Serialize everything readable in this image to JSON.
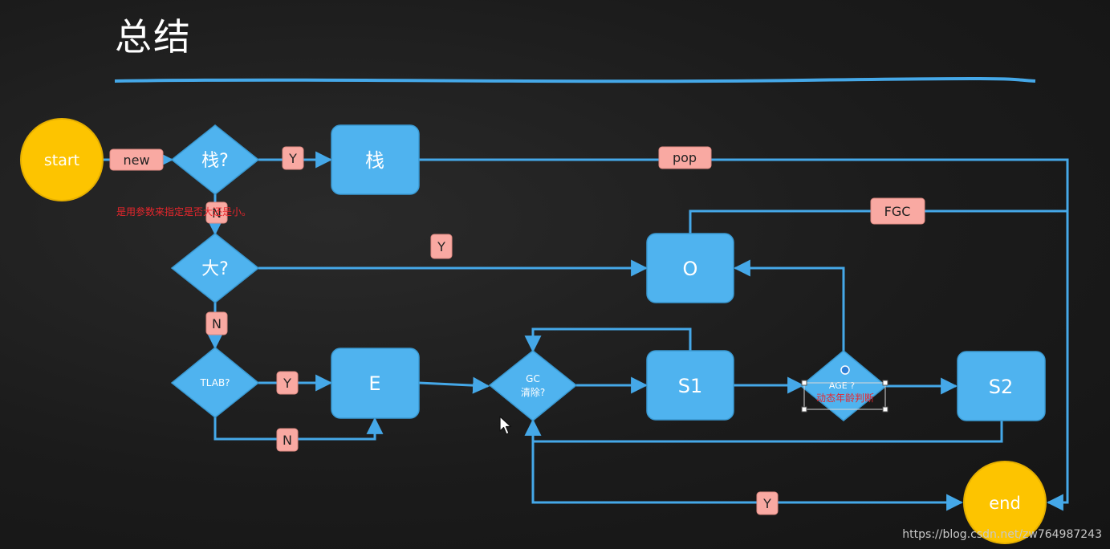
{
  "slide": {
    "title": "总结",
    "watermark": "https://blog.csdn.net/zw764987243"
  },
  "nodes": {
    "start": "start",
    "stack_q": "栈?",
    "stack": "栈",
    "large_q": "大?",
    "old": "O",
    "tlab_q": "TLAB?",
    "eden": "E",
    "gc_q_line1": "GC",
    "gc_q_line2": "清除?",
    "s1": "S1",
    "age_q": "AGE ?",
    "age_note": "动态年龄判断",
    "s2": "S2",
    "end": "end"
  },
  "edge_labels": {
    "new": "new",
    "stack_yes": "Y",
    "stack_no": "N",
    "pop": "pop",
    "fgc": "FGC",
    "large_yes": "Y",
    "large_no": "N",
    "tlab_yes": "Y",
    "tlab_no": "N",
    "gc_yes": "Y"
  },
  "annotation": "是用参数来指定是否大还是小。",
  "colors": {
    "background": "#1c1c1c",
    "node_blue": "#4fb3ef",
    "line_blue": "#45a8e8",
    "terminal_yellow": "#fdc400",
    "tag_pink": "#f9a9a2",
    "annotation_red": "#e8262c"
  }
}
